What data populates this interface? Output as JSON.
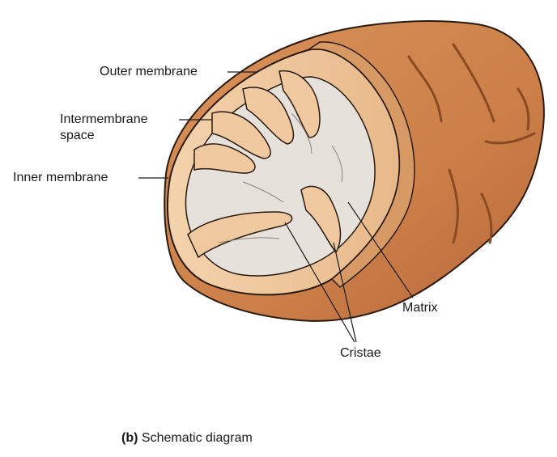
{
  "labels": {
    "outer_membrane": "Outer membrane",
    "intermembrane_space_line1": "Intermembrane",
    "intermembrane_space_line2": "space",
    "inner_membrane": "Inner membrane",
    "matrix": "Matrix",
    "cristae": "Cristae"
  },
  "caption": {
    "panel_letter": "(b)",
    "text": "Schematic diagram"
  },
  "colors": {
    "outer_shell": "#d08a50",
    "outer_shell_dark": "#b8693a",
    "intermembrane": "#f0c9a0",
    "inner_membrane": "#e8b890",
    "matrix": "#e6e1db",
    "outline": "#2a1a10"
  }
}
